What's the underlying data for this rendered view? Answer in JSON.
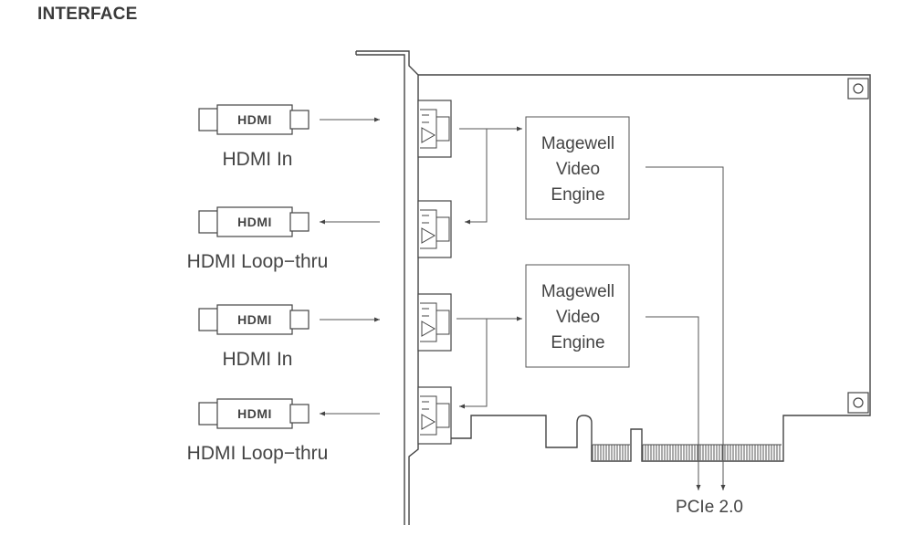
{
  "heading": "INTERFACE",
  "connectors": [
    {
      "label": "HDMI In",
      "logo": "HDMI",
      "direction": "in"
    },
    {
      "label": "HDMI Loop−thru",
      "logo": "HDMI",
      "direction": "out"
    },
    {
      "label": "HDMI In",
      "logo": "HDMI",
      "direction": "in"
    },
    {
      "label": "HDMI Loop−thru",
      "logo": "HDMI",
      "direction": "out"
    }
  ],
  "engines": [
    {
      "line1": "Magewell",
      "line2": "Video",
      "line3": "Engine"
    },
    {
      "line1": "Magewell",
      "line2": "Video",
      "line3": "Engine"
    }
  ],
  "bus_label": "PCIe 2.0"
}
